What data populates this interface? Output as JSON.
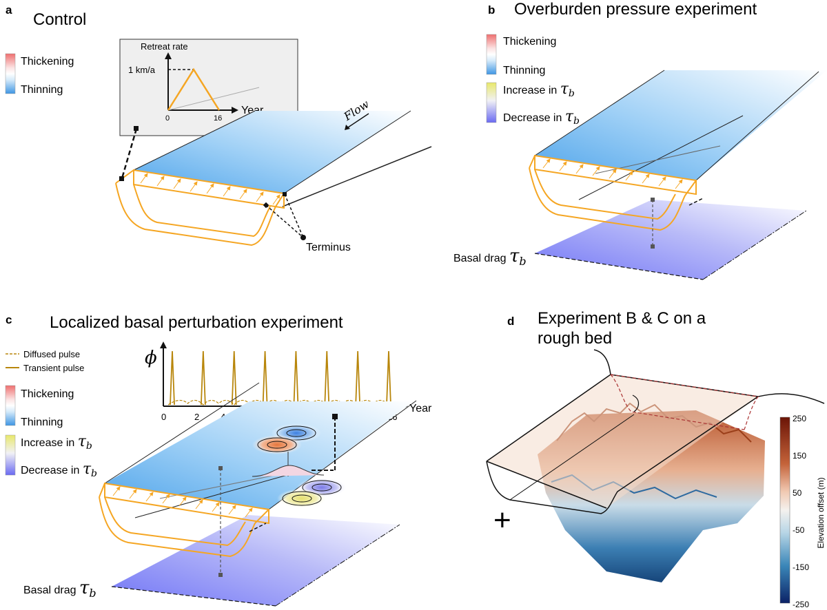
{
  "panel_a": {
    "letter": "a",
    "title": "Control",
    "legend": {
      "thickening": "Thickening",
      "thinning": "Thinning"
    },
    "inset": {
      "ylabel": "Retreat rate",
      "y_tick": "1 km/a",
      "x_tick_start": "0",
      "x_tick_end": "16",
      "xlabel": "Year"
    },
    "flow_label": "Flow",
    "terminus_label": "Terminus"
  },
  "panel_b": {
    "letter": "b",
    "title": "Overburden pressure experiment",
    "legend": {
      "thickening": "Thickening",
      "thinning": "Thinning",
      "increase": "Increase in",
      "decrease": "Decrease in"
    },
    "basal_label": "Basal drag"
  },
  "panel_c": {
    "letter": "c",
    "title": "Localized basal perturbation experiment",
    "pulse_legend": {
      "diffused": "Diffused pulse",
      "transient": "Transient pulse"
    },
    "legend": {
      "thickening": "Thickening",
      "thinning": "Thinning",
      "increase": "Increase in",
      "decrease": "Decrease in"
    },
    "plot": {
      "ylabel": "ϕ",
      "xlabel": "Year",
      "x_ticks": [
        "0",
        "2",
        "4",
        "···",
        "16"
      ]
    },
    "basal_label": "Basal drag"
  },
  "panel_d": {
    "letter": "d",
    "title_line1": "Experiment B & C on a",
    "title_line2": "rough bed",
    "colorbar": {
      "label": "Elevation offset (m)",
      "ticks": [
        "250",
        "150",
        "50",
        "-50",
        "-150",
        "-250"
      ]
    },
    "plus_symbol": "+"
  },
  "symbols": {
    "tau": "τ",
    "sub_b": "b"
  },
  "colors": {
    "ice_orange": "#f5a623",
    "thinning_blue": "#4a9fe8",
    "thickening_red": "#f4a6a6",
    "drag_purple": "#7b7ff5",
    "increase_yellow": "#e0e07a",
    "pulse_brown": "#b8860b"
  }
}
